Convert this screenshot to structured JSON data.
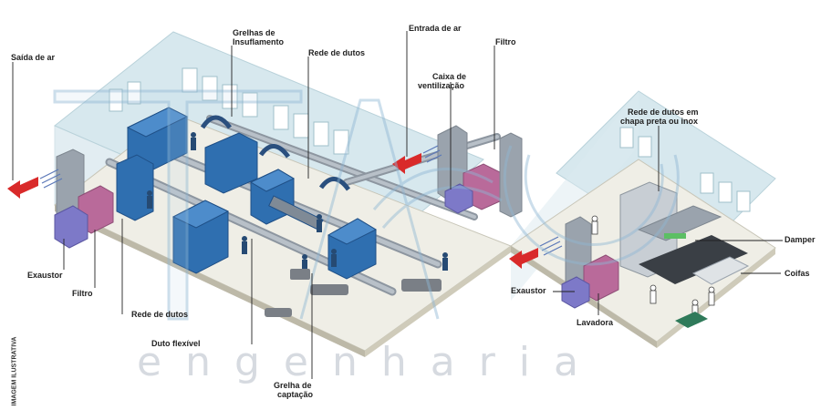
{
  "labels": {
    "saida_de_ar": "Saída de ar",
    "grelhas_insuflamento_1": "Grelhas de",
    "grelhas_insuflamento_2": "Insuflamento",
    "rede_de_dutos_top": "Rede de dutos",
    "entrada_de_ar": "Entrada de ar",
    "filtro_top": "Filtro",
    "caixa_ventilacao_1": "Caixa de",
    "caixa_ventilacao_2": "ventilização",
    "rede_dutos_chapa_1": "Rede de dutos em",
    "rede_dutos_chapa_2": "chapa preta ou inox",
    "damper": "Damper",
    "coifas": "Coifas",
    "exaustor_left": "Exaustor",
    "filtro_left": "Filtro",
    "rede_de_dutos_bottom": "Rede de dutos",
    "duto_flexivel": "Duto flexível",
    "grelha_captacao_1": "Grelha de",
    "grelha_captacao_2": "captação",
    "exaustor_right": "Exaustor",
    "lavadora": "Lavadora"
  },
  "watermark": {
    "logo_letters": "TAC",
    "subtitle": "engenharia"
  },
  "side_note": "IMAGEM ILUSTRATIVA",
  "colors": {
    "floor": "#efeee6",
    "wall": "#d4e6ec",
    "machine": "#2f6fb0",
    "duct": "#9aa3ad",
    "filter_box": "#b96a9a",
    "arrow_red": "#d92a2a",
    "leader_line": "#222222"
  }
}
